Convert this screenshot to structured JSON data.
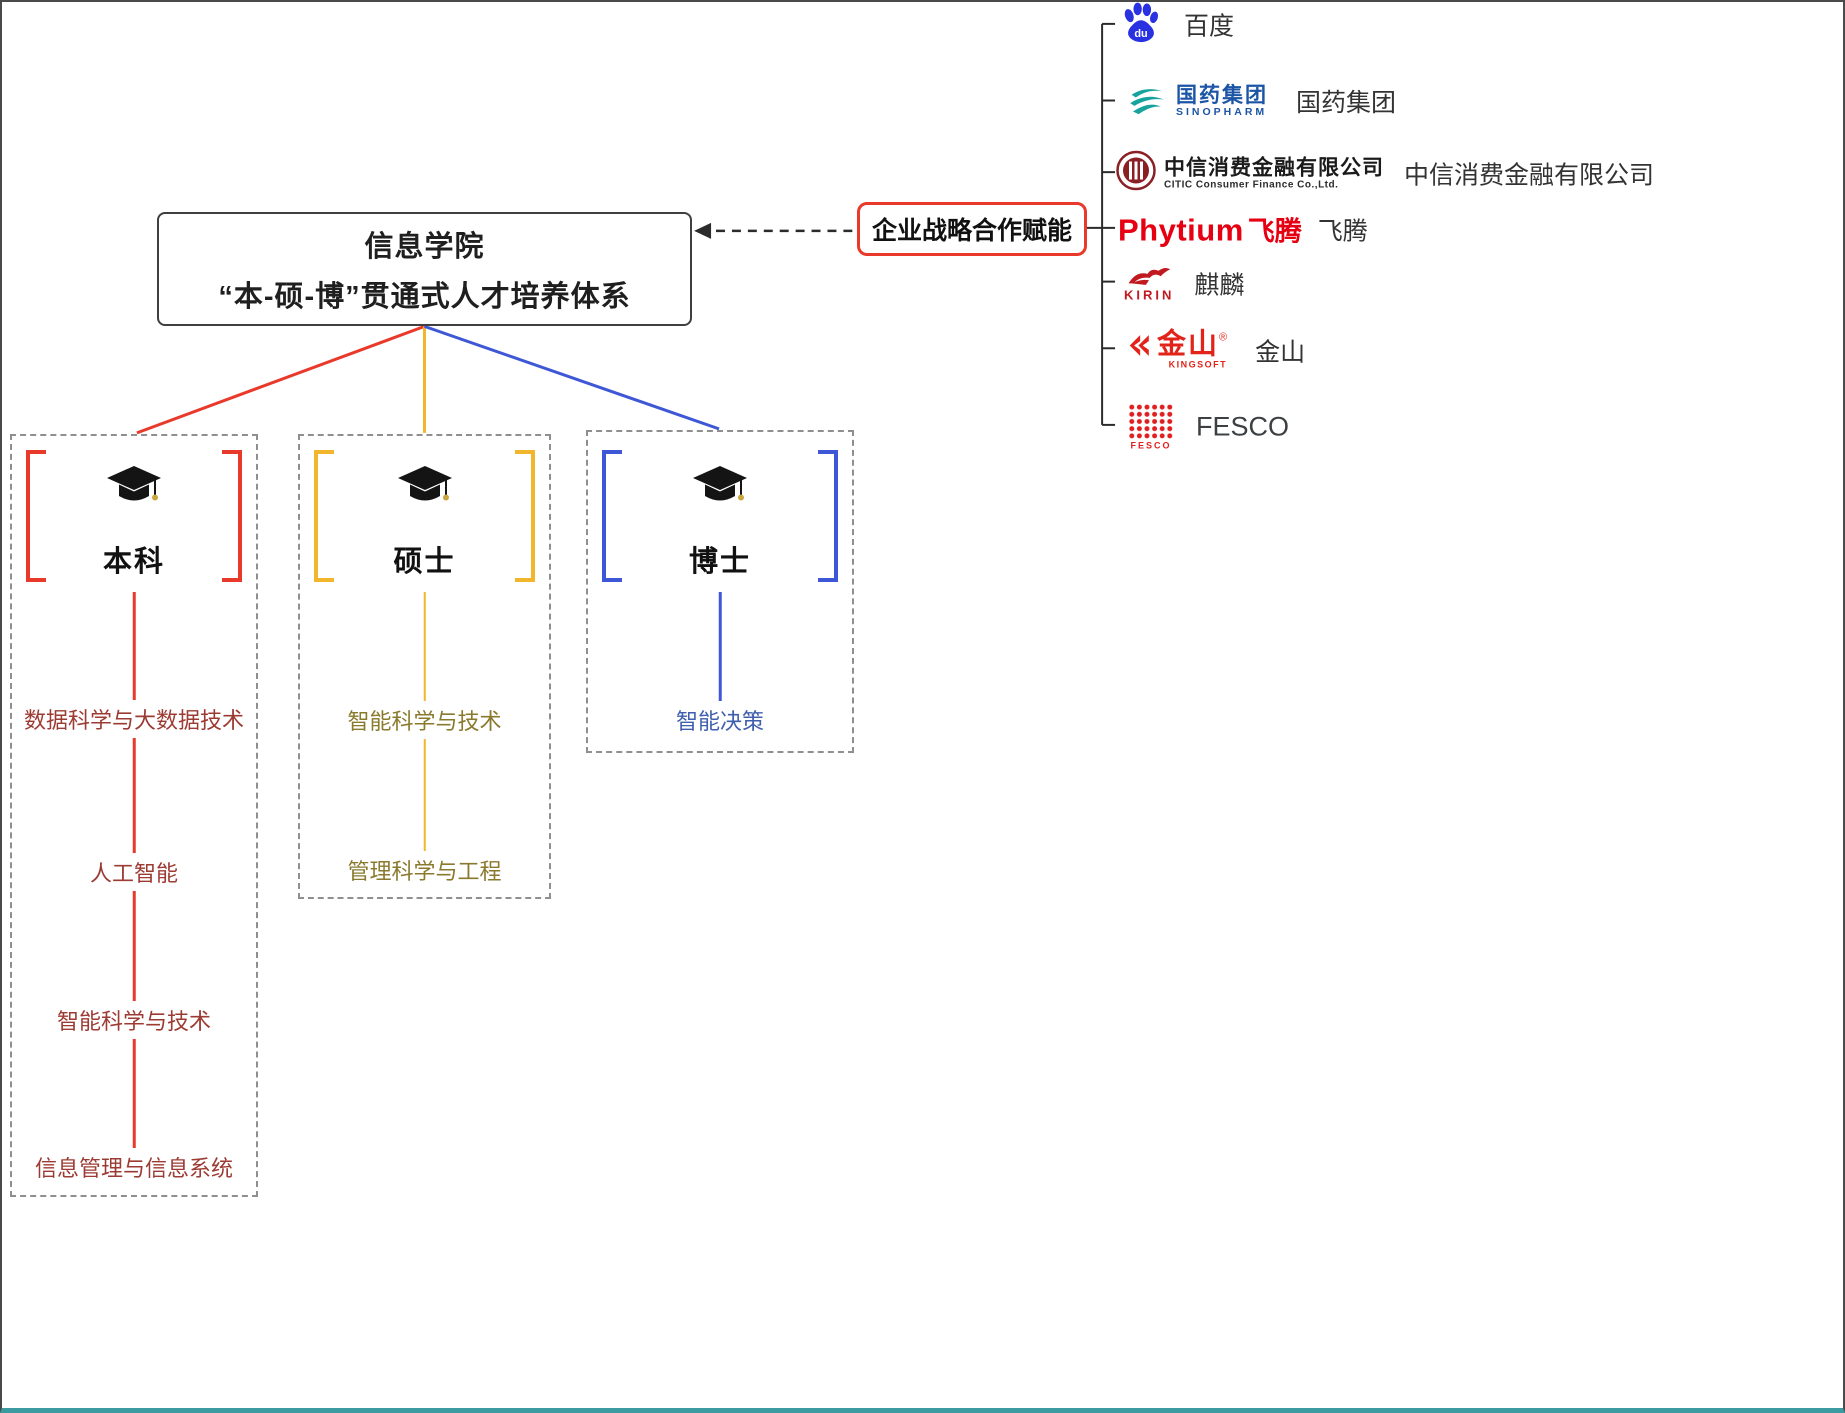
{
  "root": {
    "title_line1": "信息学院",
    "title_line2": "“本-硕-博”贯通式人才培养体系"
  },
  "partner": {
    "label": "企业战略合作赋能"
  },
  "companies": [
    {
      "label": "百度",
      "logo": {
        "text": "du"
      }
    },
    {
      "label": "国药集团",
      "logo": {
        "cn": "国药集团",
        "en": "SINOPHARM"
      }
    },
    {
      "label": "中信消费金融有限公司",
      "logo": {
        "cn": "中信消费金融有限公司",
        "en": "CITIC Consumer Finance Co.,Ltd."
      }
    },
    {
      "label": "飞腾",
      "logo": {
        "en": "Phytium",
        "cn": "飞腾"
      }
    },
    {
      "label": "麒麟",
      "logo": {
        "en": "KIRIN"
      }
    },
    {
      "label": "金山",
      "logo": {
        "cn": "金山",
        "en": "KINGSOFT",
        "reg": "®"
      }
    },
    {
      "label": "FESCO",
      "logo": {
        "en": "FESCO"
      }
    }
  ],
  "tracks": [
    {
      "label": "本科",
      "programs": [
        "数据科学与大数据技术",
        "人工智能",
        "智能科学与技术",
        "信息管理与信息系统"
      ]
    },
    {
      "label": "硕士",
      "programs": [
        "智能科学与技术",
        "管理科学与工程"
      ]
    },
    {
      "label": "博士",
      "programs": [
        "智能决策"
      ]
    }
  ],
  "colors": {
    "undergraduate": "#e8392b",
    "master": "#f2b62c",
    "phd": "#3e57d6",
    "undergraduate_text": "#9c3b33",
    "master_text": "#8a7a2e",
    "phd_text": "#3f5fae",
    "partner_border": "#e8392b"
  }
}
